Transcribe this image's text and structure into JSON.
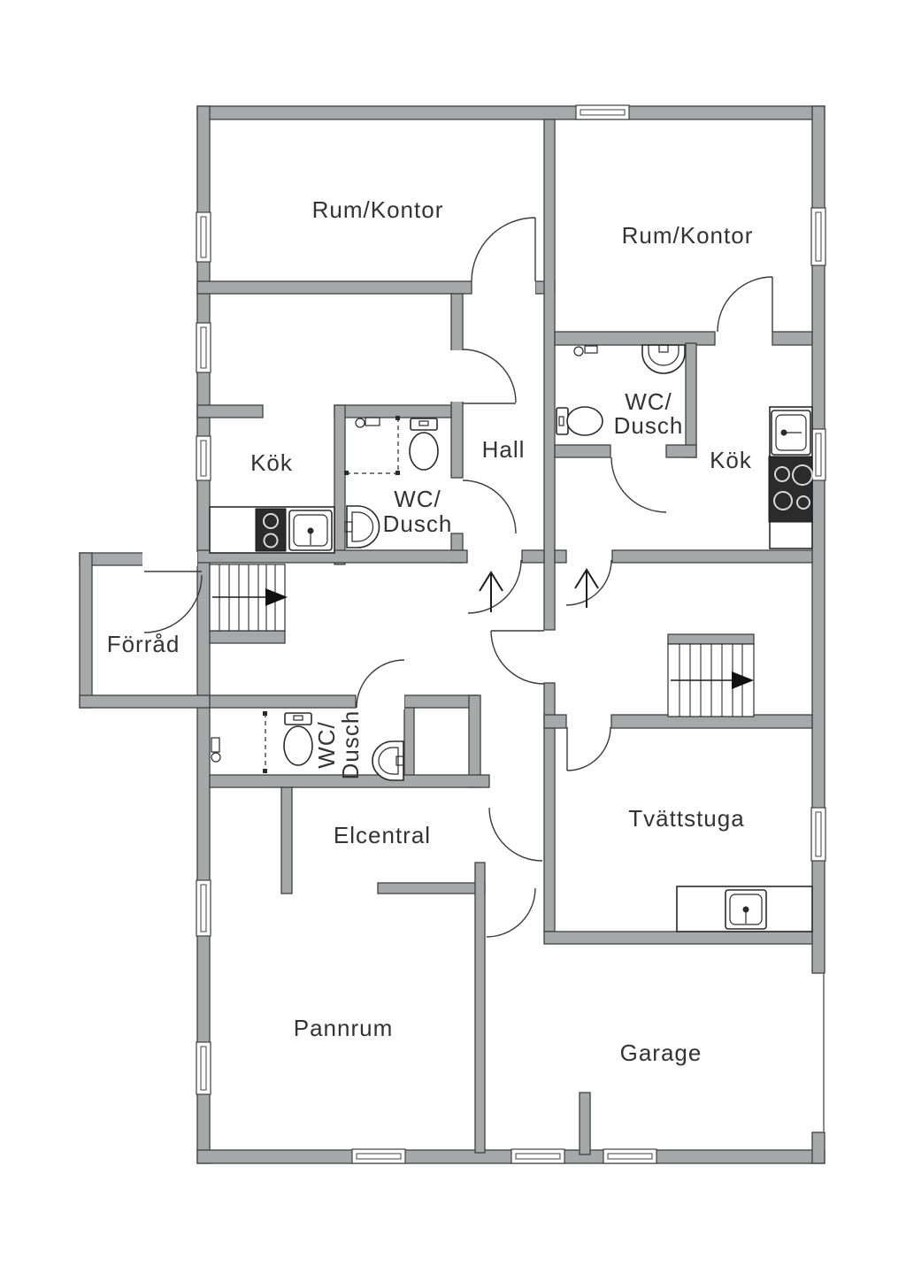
{
  "document": {
    "type": "floor-plan",
    "style": "architectural 2D plan, gray walls on white"
  },
  "colors": {
    "wall_fill": "#a7a8a9",
    "wall_stroke": "#3f4041",
    "line": "#2a2a2a",
    "text": "#333333",
    "bg": "#ffffff"
  },
  "labels": {
    "rum_kontor_left": "Rum/Kontor",
    "rum_kontor_right": "Rum/Kontor",
    "kok_left": "Kök",
    "kok_right": "Kök",
    "hall": "Hall",
    "wc_dusch_center_line1": "WC/",
    "wc_dusch_center_line2": "Dusch",
    "wc_dusch_right_line1": "WC/",
    "wc_dusch_right_line2": "Dusch",
    "wc_dusch_lower_line1": "WC/",
    "wc_dusch_lower_line2": "Dusch",
    "forrad": "Förråd",
    "elcentral": "Elcentral",
    "tvattstuga": "Tvättstuga",
    "pannrum": "Pannrum",
    "garage": "Garage"
  },
  "icons": {
    "entrance_arrow": "up-arrow entrance marker",
    "stairs_direction": "right-pointing direction arrow",
    "toilet": "toilet symbol",
    "sink": "sink symbol",
    "stove": "stove with burners symbol",
    "shower": "shower mixer with dashed shower area",
    "window": "double-line window symbol",
    "door": "quarter-circle door swing"
  }
}
